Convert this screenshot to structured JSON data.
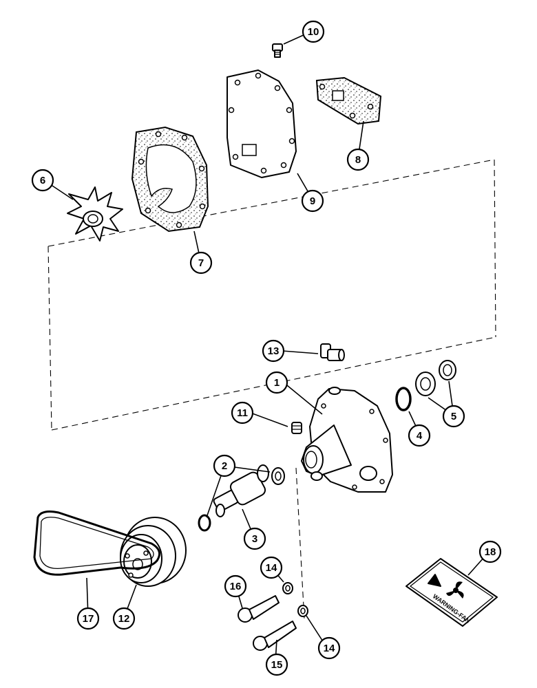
{
  "diagram": {
    "callouts": [
      {
        "id": "callout-1",
        "label": "1"
      },
      {
        "id": "callout-2",
        "label": "2"
      },
      {
        "id": "callout-3",
        "label": "3"
      },
      {
        "id": "callout-4",
        "label": "4"
      },
      {
        "id": "callout-5",
        "label": "5"
      },
      {
        "id": "callout-6",
        "label": "6"
      },
      {
        "id": "callout-7",
        "label": "7"
      },
      {
        "id": "callout-8",
        "label": "8"
      },
      {
        "id": "callout-9",
        "label": "9"
      },
      {
        "id": "callout-10",
        "label": "10"
      },
      {
        "id": "callout-11",
        "label": "11"
      },
      {
        "id": "callout-12",
        "label": "12"
      },
      {
        "id": "callout-13",
        "label": "13"
      },
      {
        "id": "callout-14a",
        "label": "14"
      },
      {
        "id": "callout-14b",
        "label": "14"
      },
      {
        "id": "callout-15",
        "label": "15"
      },
      {
        "id": "callout-16",
        "label": "16"
      },
      {
        "id": "callout-17",
        "label": "17"
      },
      {
        "id": "callout-18",
        "label": "18"
      }
    ],
    "decal_text": "WARNING-FAN",
    "colors": {
      "line": "#000000",
      "background": "#ffffff"
    }
  }
}
